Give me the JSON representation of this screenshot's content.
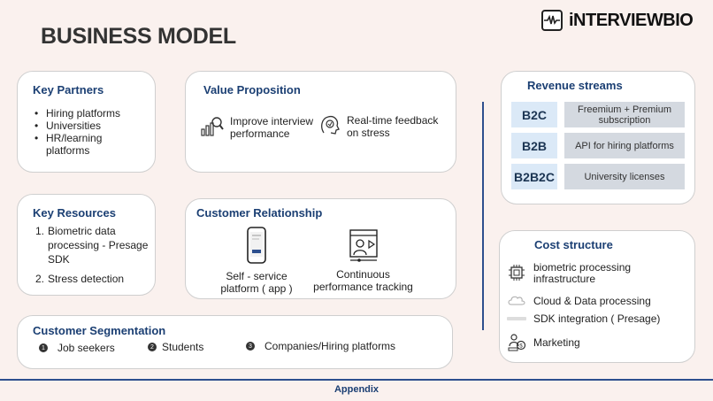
{
  "page": {
    "title": "BUSINESS MODEL",
    "logo_text": "iNTERVIEWBIO",
    "footer": "Appendix"
  },
  "key_partners": {
    "title": "Key Partners",
    "items": [
      "Hiring platforms",
      "Universities",
      "HR/learning platforms"
    ]
  },
  "value_proposition": {
    "title": "Value Proposition",
    "items": [
      {
        "label": "Improve interview performance",
        "icon": "performance-chart-icon"
      },
      {
        "label": "Real-time feedback on stress",
        "icon": "stress-feedback-icon"
      }
    ]
  },
  "key_resources": {
    "title": "Key Resources",
    "items": [
      {
        "num": "1.",
        "label": "Biometric data processing - Presage SDK"
      },
      {
        "num": "2.",
        "label": "Stress detection"
      }
    ]
  },
  "customer_relationship": {
    "title": "Customer Relationship",
    "items": [
      {
        "label": "Self - service platform ( app )",
        "icon": "phone-app-icon"
      },
      {
        "label": "Continuous performance tracking",
        "icon": "video-tracking-icon"
      }
    ]
  },
  "customer_segmentation": {
    "title": "Customer Segmentation",
    "items": [
      {
        "num": "1",
        "label": "Job seekers"
      },
      {
        "num": "2",
        "label": "Students"
      },
      {
        "num": "3",
        "label": "Companies/Hiring platforms"
      }
    ]
  },
  "revenue_streams": {
    "title": "Revenue streams",
    "rows": [
      {
        "label": "B2C",
        "desc": "Freemium + Premium subscription"
      },
      {
        "label": "B2B",
        "desc": "API for hiring platforms"
      },
      {
        "label": "B2B2C",
        "desc": "University licenses"
      }
    ]
  },
  "cost_structure": {
    "title": "Cost structure",
    "items": [
      {
        "label": "biometric processing infrastructure",
        "icon": "chip-icon"
      },
      {
        "label": "Cloud & Data processing",
        "icon": "cloud-icon"
      },
      {
        "label": "SDK integration ( Presage)",
        "icon": "presage-logo-icon"
      },
      {
        "label": "Marketing",
        "icon": "marketing-icon"
      }
    ]
  },
  "colors": {
    "background": "#faf1ee",
    "heading_blue": "#1b3f73",
    "accent_line": "#2d4f8e",
    "revenue_label_bg": "#dbe9f7",
    "revenue_desc_bg": "#d4d9e0"
  }
}
